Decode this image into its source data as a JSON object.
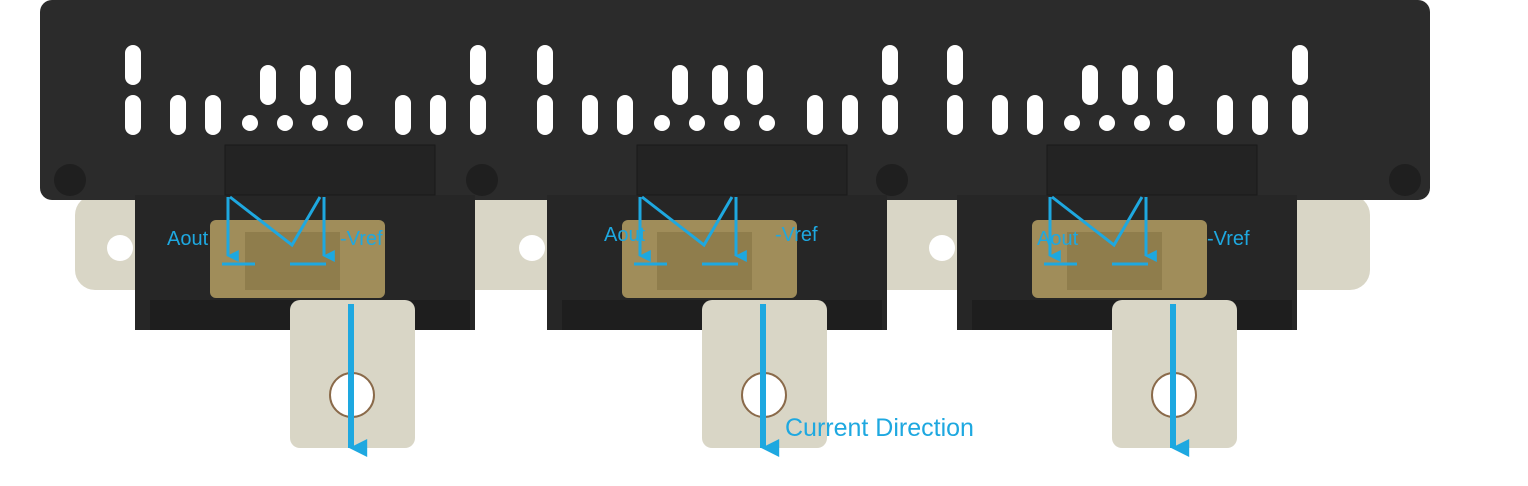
{
  "modules": [
    {
      "aout_label": "Aout",
      "vref_label": "-Vref"
    },
    {
      "aout_label": "Aout",
      "vref_label": "-Vref"
    },
    {
      "aout_label": "Aout",
      "vref_label": "-Vref"
    }
  ],
  "current_direction_label": "Current Direction",
  "colors": {
    "annotation": "#1ea8e0",
    "housing": "#2b2b2b",
    "plate": "#d9d6c6",
    "connector": "#a08d5a"
  }
}
